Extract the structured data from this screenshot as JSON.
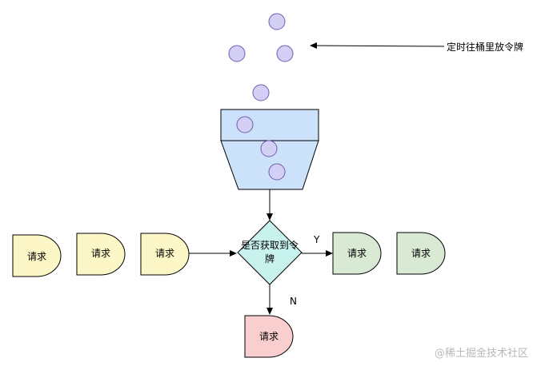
{
  "annotation": "定时往桶里放令牌",
  "decision": {
    "line1": "是否获取到令",
    "line2": "牌"
  },
  "request_label": "请求",
  "branch_yes": "Y",
  "branch_no": "N",
  "watermark": "@稀土掘金技术社区",
  "colors": {
    "token_fill": "#d4d0f5",
    "token_stroke": "#6b5fb0",
    "bucket_fill": "#cce1fa",
    "bucket_stroke": "#3f6fa0",
    "decision_fill": "#c8f2ee",
    "decision_stroke": "#2f8f86",
    "request_waiting": "#fdf7c8",
    "request_granted": "#d8e9d4",
    "request_rejected": "#f8cece"
  }
}
